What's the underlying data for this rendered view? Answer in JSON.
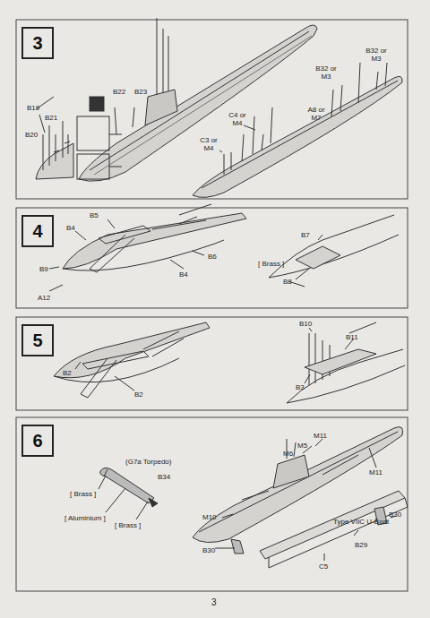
{
  "diagram": {
    "nodes": [
      {
        "text": [
          "3"
        ]
      },
      {
        "text": [
          "4"
        ]
      },
      {
        "text": [
          "5"
        ]
      },
      {
        "text": [
          "6"
        ]
      }
    ],
    "labels": [
      "B19",
      "B21",
      "B20",
      "B22",
      "B23",
      "C4 or M4",
      "C3 or M4",
      "A8 or M7",
      "B32 or M3",
      "B32 or M3",
      "B5",
      "B4",
      "B9",
      "A12",
      "B4",
      "B6",
      "B7",
      "[ Brass ]",
      "B8",
      "B2",
      "B2",
      "B10",
      "B11",
      "B3",
      "(G7a Torpedo)",
      "B34",
      "[ Brass ]",
      "[ Aluminium ]",
      "[ Brass ]",
      "M11",
      "M6",
      "M5",
      "M11",
      "M10",
      "B30",
      "B30",
      "B29",
      "C5",
      "Type VIIC U-Boat",
      "3"
    ]
  }
}
